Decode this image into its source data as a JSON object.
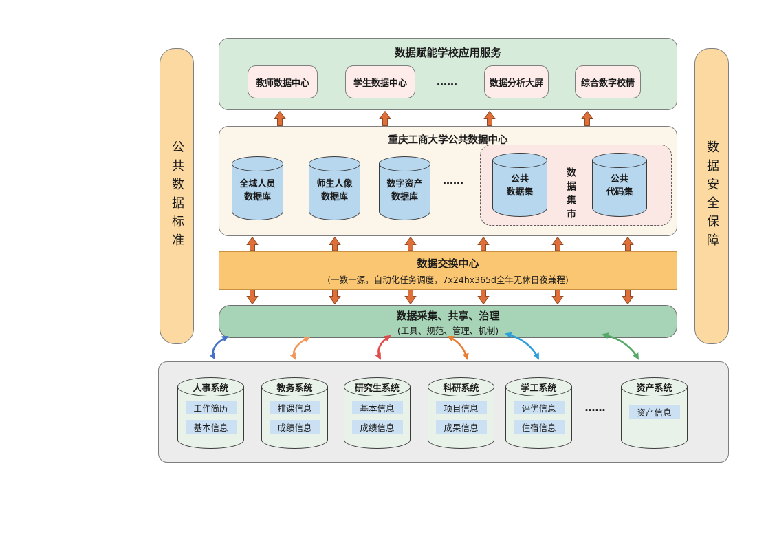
{
  "left_bar": {
    "label": "公共数据标准"
  },
  "right_bar": {
    "label": "数据安全保障"
  },
  "app_layer": {
    "title": "数据赋能学校应用服务",
    "items": [
      "教师数据中心",
      "学生数据中心",
      "数据分析大屏",
      "综合数字校情"
    ],
    "ellipsis": "……"
  },
  "data_center": {
    "title": "重庆工商大学公共数据中心",
    "databases": [
      {
        "line1": "全域人员",
        "line2": "数据库"
      },
      {
        "line1": "师生人像",
        "line2": "数据库"
      },
      {
        "line1": "数字资产",
        "line2": "数据库"
      }
    ],
    "ellipsis": "……",
    "mart": {
      "label": "数据集市",
      "sets": [
        {
          "line1": "公共",
          "line2": "数据集"
        },
        {
          "line1": "公共",
          "line2": "代码集"
        }
      ]
    }
  },
  "exchange": {
    "title": "数据交换中心",
    "subtitle": "(一数一源，自动化任务调度，7x24hx365d全年无休日夜兼程)"
  },
  "governance": {
    "title": "数据采集、共享、治理",
    "subtitle": "(工具、规范、管理、机制)"
  },
  "source_layer": {
    "systems": [
      {
        "name": "人事系统",
        "items": [
          "工作简历",
          "基本信息"
        ]
      },
      {
        "name": "教务系统",
        "items": [
          "排课信息",
          "成绩信息"
        ]
      },
      {
        "name": "研究生系统",
        "items": [
          "基本信息",
          "成绩信息"
        ]
      },
      {
        "name": "科研系统",
        "items": [
          "项目信息",
          "成果信息"
        ]
      },
      {
        "name": "学工系统",
        "items": [
          "评优信息",
          "住宿信息"
        ]
      },
      {
        "name": "资产系统",
        "items": [
          "资产信息"
        ]
      }
    ],
    "ellipsis": "……"
  },
  "palette": {
    "sidebar_fill": "#FBD9A0",
    "app_layer_fill": "#D6EBDA",
    "app_item_fill": "#FDECEA",
    "center_fill": "#FCF5E9",
    "database_fill": "#B7D7EF",
    "mart_fill": "#FBE7E3",
    "exchange_fill": "#FAC672",
    "governance_fill": "#A7D4B6",
    "source_fill": "#ECECEC",
    "system_fill": "#E9F2E8",
    "system_item_fill": "#CBE0F2",
    "arrow_fill": "#DF6E38",
    "arrow_stroke": "#8C4B26",
    "flow_colors": [
      "#4472C4",
      "#F0975A",
      "#E04B4B",
      "#E87E31",
      "#2E9FD9",
      "#55A868"
    ]
  }
}
